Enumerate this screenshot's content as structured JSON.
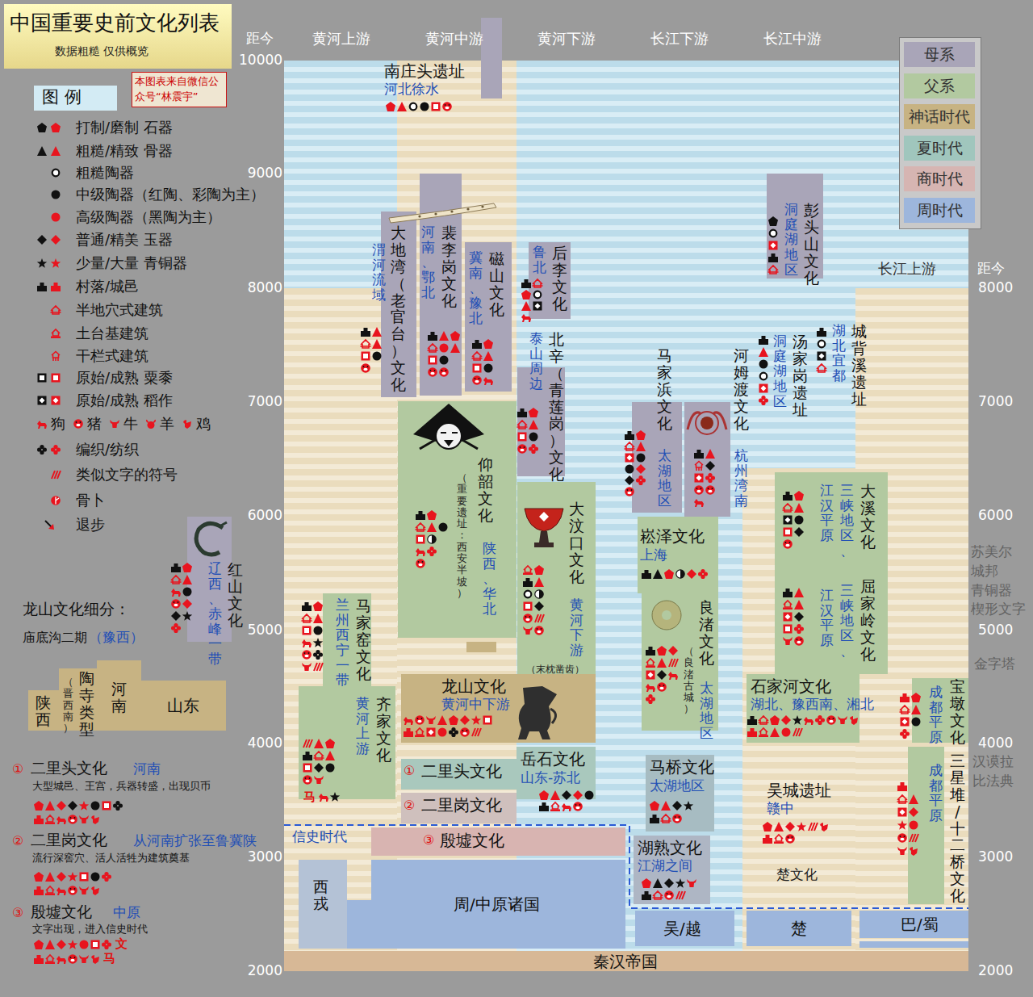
{
  "diagram": {
    "title": "中国重要史前文化列表",
    "caption": "数据粗糙 仅供概览",
    "nodes": [
      {
        "text": [
          "本图表来自微信公众号“林震宇”"
        ]
      },
      {
        "text": [
          "南庄头遗址",
          "河北徐水"
        ]
      },
      {
        "text": [
          "大地湾（老官台）文化",
          "渭河流域"
        ]
      },
      {
        "text": [
          "裴李岗文化",
          "河南、鄂北"
        ]
      },
      {
        "text": [
          "磁山文化",
          "冀南、豫北"
        ]
      },
      {
        "text": [
          "后李文化",
          "鲁北"
        ]
      },
      {
        "text": [
          "北辛（青莲岗）文化",
          "泰山周边"
        ]
      },
      {
        "text": [
          "仰韶文化",
          "（重要遗址：西安半坡）",
          "陕西、华北"
        ]
      },
      {
        "text": [
          "大汶口文化",
          "黄河下游",
          "（末枕凿齿）"
        ]
      },
      {
        "text": [
          "龙山文化",
          "黄河中下游"
        ]
      },
      {
        "text": [
          "马家浜文化",
          "太湖地区"
        ]
      },
      {
        "text": [
          "河姆渡文化",
          "杭州湾南"
        ]
      },
      {
        "text": [
          "崧泽文化",
          "上海"
        ]
      },
      {
        "text": [
          "良渚文化",
          "（良渚古城）",
          "太湖地区"
        ]
      },
      {
        "text": [
          "马桥文化",
          "太湖地区"
        ]
      },
      {
        "text": [
          "湖熟文化",
          "江湖之间"
        ]
      },
      {
        "text": [
          "彭头山文化",
          "洞庭湖地区"
        ]
      },
      {
        "text": [
          "汤家岗遗址",
          "洞庭湖地区"
        ]
      },
      {
        "text": [
          "城背溪遗址",
          "湖北宜都"
        ]
      },
      {
        "text": [
          "大溪文化",
          "三峡地区、",
          "江汉平原"
        ]
      },
      {
        "text": [
          "屈家岭文化",
          "三峡地区、",
          "江汉平原"
        ]
      },
      {
        "text": [
          "石家河文化",
          "湖北、豫西南、湘北"
        ]
      },
      {
        "text": [
          "吴城遗址",
          "赣中"
        ]
      },
      {
        "text": [
          "宝墩文化",
          "成都平原"
        ]
      },
      {
        "text": [
          "三星堆/十二桥文化",
          "成都平原"
        ]
      },
      {
        "text": [
          "红山文化",
          "辽西、赤峰一带"
        ]
      },
      {
        "text": [
          "马家窑文化",
          "兰州西宁一带"
        ]
      },
      {
        "text": [
          "齐家文化",
          "黄河上游"
        ]
      },
      {
        "text": [
          "二里头文化"
        ]
      },
      {
        "text": [
          "二里岗文化"
        ]
      },
      {
        "text": [
          "岳石文化",
          "山东-苏北"
        ]
      },
      {
        "text": [
          "殷墟文化"
        ]
      },
      {
        "text": [
          "西戎"
        ]
      },
      {
        "text": [
          "周/中原诸国"
        ]
      },
      {
        "text": [
          "吴/越"
        ]
      },
      {
        "text": [
          "楚"
        ]
      },
      {
        "text": [
          "巴/蜀"
        ]
      },
      {
        "text": [
          "秦汉帝国"
        ]
      },
      {
        "text": [
          "陕西"
        ]
      },
      {
        "text": [
          "陶寺类型",
          "（晋西南）"
        ]
      },
      {
        "text": [
          "河南"
        ]
      },
      {
        "text": [
          "山东"
        ]
      }
    ],
    "labels": [
      "图 例",
      "距今",
      "10000",
      "9000",
      "8000",
      "7000",
      "6000",
      "5000",
      "4000",
      "3000",
      "2000",
      "黄河上游",
      "黄河中游",
      "黄河下游",
      "长江下游",
      "长江中游",
      "长江上游",
      "距今",
      "8000",
      "7000",
      "6000",
      "5000",
      "4000",
      "3000",
      "2000",
      "苏美尔 城邦 青铜器 楔形文字",
      "金字塔",
      "汉谟拉 比法典",
      "龙山文化细分：",
      "庙底沟二期",
      "（豫西）",
      "①",
      "二里头文化",
      "河南",
      "大型城邑、王宫，兵器转盛，出现贝币",
      "②",
      "二里岗文化",
      "从河南扩张至鲁冀陕",
      "流行深窖穴、活人活牲为建筑奠基",
      "③",
      "殷墟文化",
      "中原",
      "文字出现，进入信史时代",
      "文",
      "马",
      "①",
      "②",
      "③",
      "信史时代",
      "楚文化",
      "马"
    ],
    "legend": [
      {
        "text": "打制/磨制 石器"
      },
      {
        "text": "粗糙/精致 骨器"
      },
      {
        "text": "粗糙陶器"
      },
      {
        "text": "中级陶器（红陶、彩陶为主）"
      },
      {
        "text": "高级陶器（黑陶为主）"
      },
      {
        "text": "普通/精美 玉器"
      },
      {
        "text": "少量/大量 青铜器"
      },
      {
        "text": "村落/城邑"
      },
      {
        "text": "半地穴式建筑"
      },
      {
        "text": "土台基建筑"
      },
      {
        "text": "干栏式建筑"
      },
      {
        "text": "原始/成熟 粟黍"
      },
      {
        "text": "原始/成熟 稻作"
      },
      {
        "text": "狗"
      },
      {
        "text": "猪"
      },
      {
        "text": "牛"
      },
      {
        "text": "羊"
      },
      {
        "text": "鸡"
      },
      {
        "text": "编织/纺织"
      },
      {
        "text": "类似文字的符号"
      },
      {
        "text": "骨卜"
      },
      {
        "text": "退步"
      },
      {
        "text": "母系",
        "color": "#a9a5b8"
      },
      {
        "text": "父系",
        "color": "#b2c9a0"
      },
      {
        "text": "神话时代",
        "color": "#c7b383"
      },
      {
        "text": "夏时代",
        "color": "#a0c6bd"
      },
      {
        "text": "商时代",
        "color": "#d6b5b2"
      },
      {
        "text": "周时代",
        "color": "#9db6dc"
      }
    ]
  }
}
